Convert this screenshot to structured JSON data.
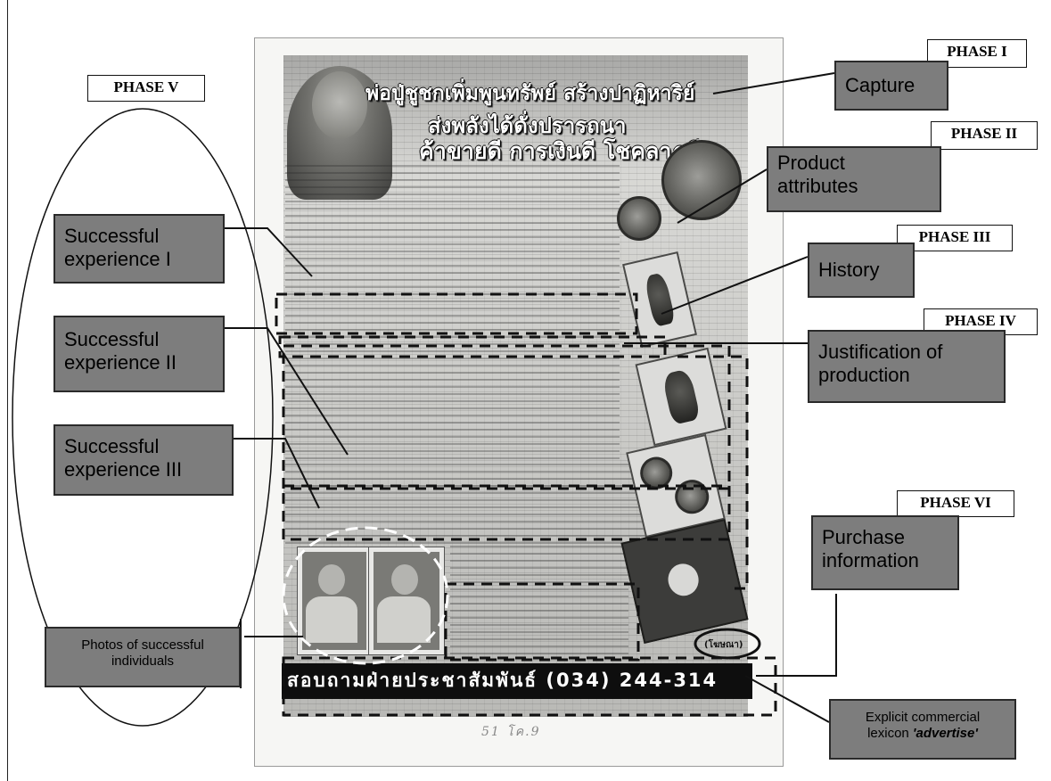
{
  "poster": {
    "headline_line1": "พ่อปู่ชูชกเพิ่มพูนทรัพย์ สร้างปาฏิหาริย์",
    "headline_line2": "ส่งพลังได้ดั่งปรารถนา",
    "headline_line3": "ค้าขายดี การเงินดี โชคลาภดี",
    "contact_bar": "สอบถามฝ่ายประชาสัมพันธ์ (034) 244-314",
    "advertise_tag": "(โฆษณา)",
    "handwritten_note": "51 โค.9"
  },
  "annotations": {
    "phase_v": "PHASE V",
    "phase_i": "PHASE I",
    "phase_ii": "PHASE II",
    "phase_iii": "PHASE III",
    "phase_iv": "PHASE IV",
    "phase_vi": "PHASE VI",
    "capture": "Capture",
    "product_attributes_1": "Product",
    "product_attributes_2": "attributes",
    "history": "History",
    "justification_1": "Justification of",
    "justification_2": "production",
    "purchase_1": "Purchase",
    "purchase_2": "information",
    "success_1_a": "Successful",
    "success_1_b": "experience I",
    "success_2_a": "Successful",
    "success_2_b": "experience II",
    "success_3_a": "Successful",
    "success_3_b": "experience III",
    "photos_1": "Photos of successful",
    "photos_2": "individuals",
    "explicit_1": "Explicit commercial",
    "explicit_2": "lexicon ",
    "explicit_word": "'advertise'"
  },
  "colors": {
    "label_fill": "#7d7d7d",
    "contact_bar": "#0e0e0e"
  }
}
